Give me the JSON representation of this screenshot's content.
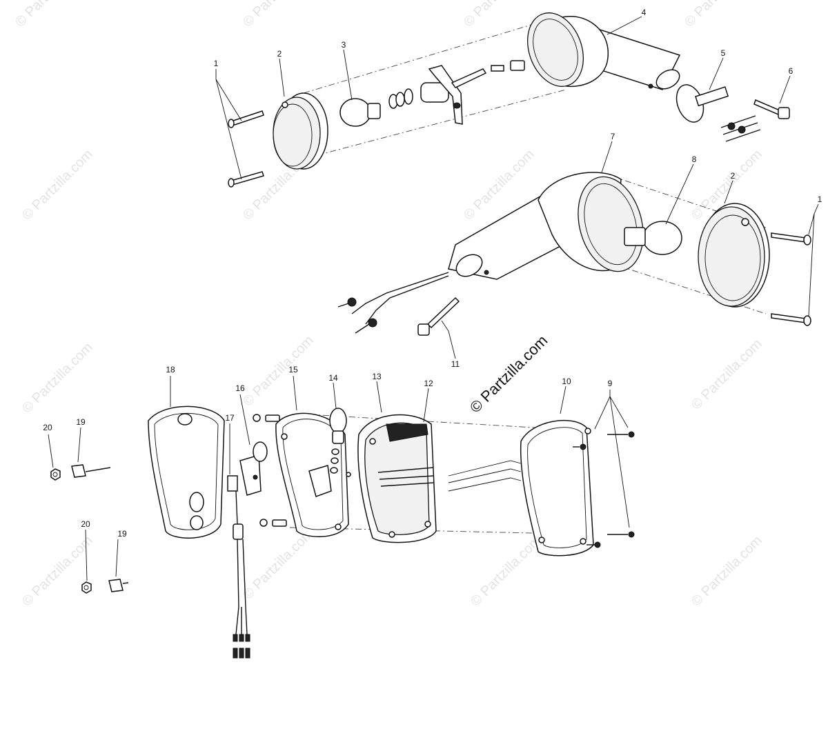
{
  "watermarks": {
    "text": "© Partzilla.com",
    "main": "© Partzilla.com"
  },
  "callouts": [
    {
      "id": "c1a",
      "label": "1"
    },
    {
      "id": "c2a",
      "label": "2"
    },
    {
      "id": "c3",
      "label": "3"
    },
    {
      "id": "c4",
      "label": "4"
    },
    {
      "id": "c5",
      "label": "5"
    },
    {
      "id": "c6",
      "label": "6"
    },
    {
      "id": "c7",
      "label": "7"
    },
    {
      "id": "c8",
      "label": "8"
    },
    {
      "id": "c2b",
      "label": "2"
    },
    {
      "id": "c1b",
      "label": "1"
    },
    {
      "id": "c11",
      "label": "11"
    },
    {
      "id": "c18",
      "label": "18"
    },
    {
      "id": "c15",
      "label": "15"
    },
    {
      "id": "c14",
      "label": "14"
    },
    {
      "id": "c13",
      "label": "13"
    },
    {
      "id": "c12",
      "label": "12"
    },
    {
      "id": "c10",
      "label": "10"
    },
    {
      "id": "c9",
      "label": "9"
    },
    {
      "id": "c16",
      "label": "16"
    },
    {
      "id": "c17",
      "label": "17"
    },
    {
      "id": "c19a",
      "label": "19"
    },
    {
      "id": "c20a",
      "label": "20"
    },
    {
      "id": "c19b",
      "label": "19"
    },
    {
      "id": "c20b",
      "label": "20"
    }
  ]
}
